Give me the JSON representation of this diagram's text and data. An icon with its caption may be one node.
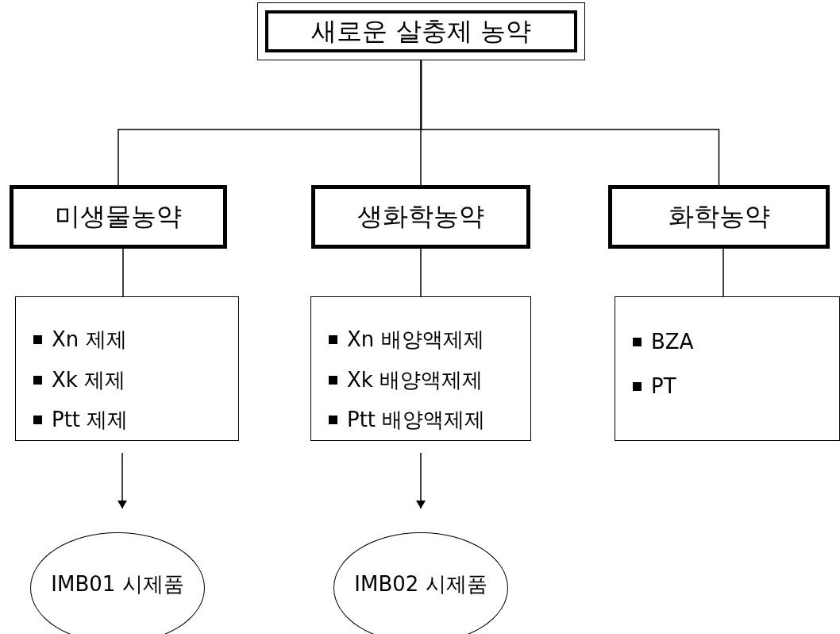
{
  "diagram": {
    "nodes": [
      {
        "text": [
          "새로운 살충제 농약"
        ]
      },
      {
        "text": [
          "미생물농약"
        ]
      },
      {
        "text": [
          "생화학농약"
        ]
      },
      {
        "text": [
          "화학농약"
        ]
      },
      {
        "text": [
          "Xn 제제",
          "Xk 제제",
          "Ptt 제제"
        ]
      },
      {
        "text": [
          "Xn 배양액제제",
          "Xk 배양액제제",
          "Ptt 배양액제제"
        ]
      },
      {
        "text": [
          "BZA",
          "PT"
        ]
      },
      {
        "text": [
          "IMB01 시제품"
        ]
      },
      {
        "text": [
          "IMB02 시제품"
        ]
      }
    ],
    "edges": [
      {
        "from": 0,
        "to": 1,
        "arrow": "none"
      },
      {
        "from": 0,
        "to": 2,
        "arrow": "none"
      },
      {
        "from": 0,
        "to": 3,
        "arrow": "none"
      },
      {
        "from": 1,
        "to": 4,
        "arrow": "none"
      },
      {
        "from": 2,
        "to": 5,
        "arrow": "none"
      },
      {
        "from": 3,
        "to": 6,
        "arrow": "none"
      },
      {
        "from": 4,
        "to": 7,
        "arrow": "to"
      },
      {
        "from": 5,
        "to": 8,
        "arrow": "to"
      }
    ]
  }
}
